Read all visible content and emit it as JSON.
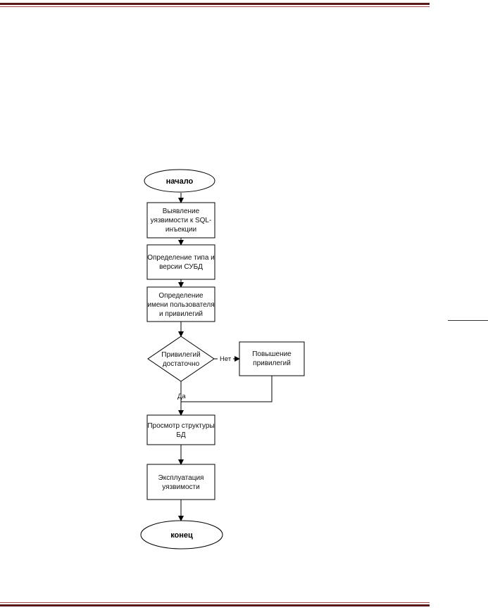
{
  "flowchart": {
    "start": "начало",
    "step1": [
      "Выявление",
      "уязвимости к SQL-",
      "инъекции"
    ],
    "step2": [
      "Определение типа и",
      "версии СУБД"
    ],
    "step3": [
      "Определение",
      "имени пользователя",
      "и привилегий"
    ],
    "decision": [
      "Привилегий",
      "достаточно"
    ],
    "side_step": [
      "Повышение",
      "привилегий"
    ],
    "step4": [
      "Просмотр структуры",
      "БД"
    ],
    "step5": [
      "Эксплуатация",
      "уязвимости"
    ],
    "end": "конец",
    "label_no": "Нет",
    "label_yes": "Да"
  },
  "colors": {
    "rule": "#5a1818",
    "stroke": "#000000"
  }
}
